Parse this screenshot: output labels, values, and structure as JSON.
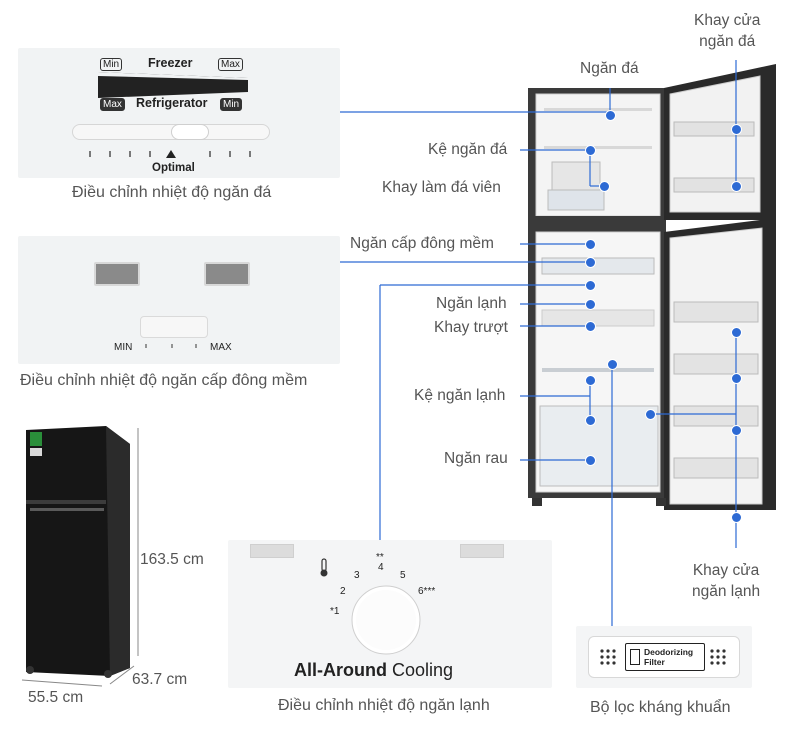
{
  "panels": {
    "freezer_control": {
      "freezer": "Freezer",
      "refrigerator": "Refrigerator",
      "min": "Min",
      "max": "Max",
      "optimal": "Optimal",
      "caption": "Điều chỉnh nhiệt độ ngăn đá"
    },
    "soft_freeze": {
      "min": "MIN",
      "max": "MAX",
      "caption": "Điều chỉnh nhiệt độ ngăn cấp đông mềm"
    },
    "cooling": {
      "dial_numbers": [
        "*1",
        "2",
        "3",
        "4",
        "5",
        "6***"
      ],
      "dial_top_mark": "**",
      "brand_bold": "All-Around",
      "brand_rest": "Cooling",
      "caption": "Điều chỉnh nhiệt độ ngăn lạnh"
    },
    "filter": {
      "line1": "Deodorizing",
      "line2": "Filter",
      "caption": "Bộ lọc kháng khuẩn"
    }
  },
  "labels": {
    "freezer_door_tray": [
      "Khay cửa",
      "ngăn đá"
    ],
    "freezer": "Ngăn đá",
    "freezer_shelf": "Kệ ngăn đá",
    "ice_tray": "Khay làm đá viên",
    "soft_freeze": "Ngăn cấp đông mềm",
    "fridge": "Ngăn lạnh",
    "slide_tray": "Khay trượt",
    "fridge_shelf": "Kệ ngăn lạnh",
    "vegetable": "Ngăn rau",
    "fridge_door_tray": [
      "Khay cửa",
      "ngăn lạnh"
    ]
  },
  "dimensions": {
    "height": "163.5 cm",
    "depth": "63.7 cm",
    "width": "55.5 cm"
  },
  "colors": {
    "accent": "#2d6ad4",
    "panel_bg": "#f1f3f4",
    "fridge_body": "#1a1a1a"
  }
}
